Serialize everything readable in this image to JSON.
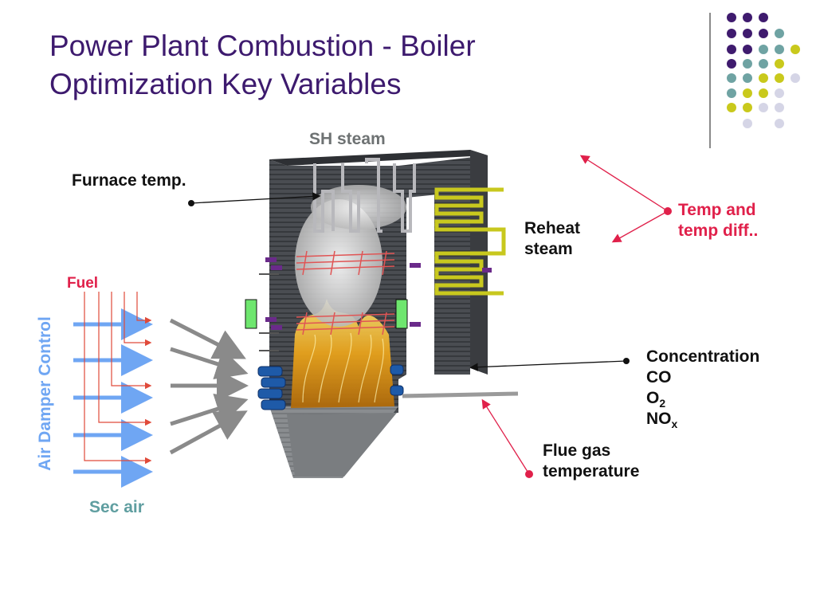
{
  "title": {
    "line1": "Power Plant Combustion - Boiler",
    "line2": "Optimization Key Variables"
  },
  "labels": {
    "sh_steam": "SH steam",
    "furnace_temp": "Furnace temp.",
    "reheat_steam_line1": "Reheat",
    "reheat_steam_line2": "steam",
    "temp_diff_line1": "Temp and",
    "temp_diff_line2": "temp diff..",
    "concentration": "Concentration",
    "co": "CO",
    "o2_base": "O",
    "o2_sub": "2",
    "nox_base": "NO",
    "nox_sub": "x",
    "flue_gas_line1": "Flue gas",
    "flue_gas_line2": "temperature",
    "fuel": "Fuel",
    "air_damper_control": "Air Damper Control",
    "sec_air": "Sec air"
  },
  "colors": {
    "title": "#3d1a6e",
    "label_red": "#e0204a",
    "label_grey": "#6e7273",
    "label_teal": "#5f9ea0",
    "air_arrow_blue": "#6fa6f3",
    "fuel_line_red": "#e04a3a",
    "reheat_coil_yellow": "#c8c81e",
    "burner_blue": "#1e5aa8",
    "damper_green": "#6ee66e",
    "dot_purple": "#3f1b6e",
    "dot_teal": "#6fa3a3",
    "dot_yellow": "#c9c91c",
    "dot_lavender": "#d5d5e6"
  }
}
